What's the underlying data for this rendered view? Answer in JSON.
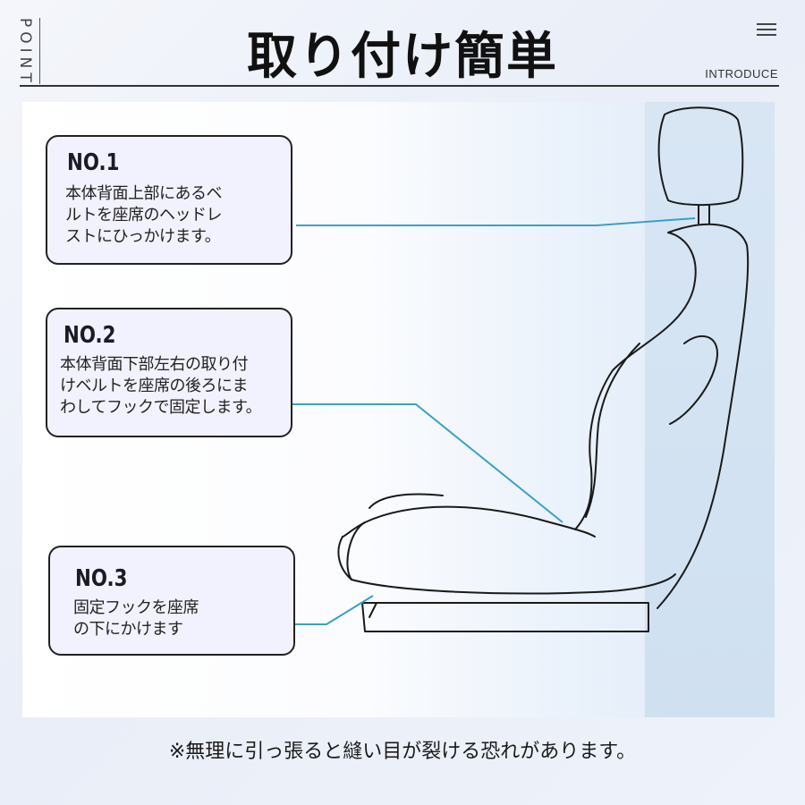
{
  "header": {
    "side_label": "POINT",
    "title": "取り付け簡単",
    "section_label": "INTRODUCE"
  },
  "icons": {
    "menu": "menu-icon"
  },
  "callouts": [
    {
      "number": "NO.1",
      "text": "本体背面上部にあるベ\nルトを座席のヘッドレ\nストにひっかけます。"
    },
    {
      "number": "NO.2",
      "text": "本体背面下部左右の取り付\nけベルトを座席の後ろにま\nわしてフックで固定します。"
    },
    {
      "number": "NO.3",
      "text": "固定フックを座席\nの下にかけます"
    }
  ],
  "footnote": "※無理に引っ張ると縫い目が裂ける恐れがあります。",
  "colors": {
    "leader_line": "#3aa0c8",
    "callout_bg": "#f2f2ff",
    "panel_tint": "#dde9f6"
  }
}
